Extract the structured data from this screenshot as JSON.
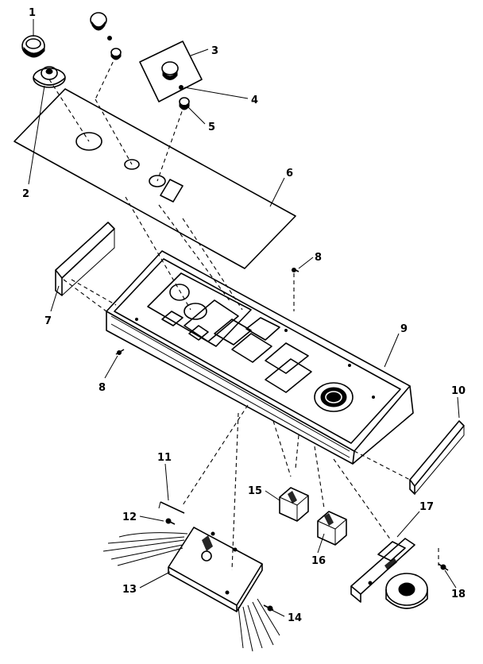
{
  "diagram": {
    "callouts": [
      {
        "id": "1",
        "text": "1"
      },
      {
        "id": "2",
        "text": "2"
      },
      {
        "id": "3",
        "text": "3"
      },
      {
        "id": "4",
        "text": "4"
      },
      {
        "id": "5",
        "text": "5"
      },
      {
        "id": "6",
        "text": "6"
      },
      {
        "id": "7",
        "text": "7"
      },
      {
        "id": "8a",
        "text": "8"
      },
      {
        "id": "8b",
        "text": "8"
      },
      {
        "id": "9",
        "text": "9"
      },
      {
        "id": "10",
        "text": "10"
      },
      {
        "id": "11",
        "text": "11"
      },
      {
        "id": "12",
        "text": "12"
      },
      {
        "id": "13",
        "text": "13"
      },
      {
        "id": "14",
        "text": "14"
      },
      {
        "id": "15",
        "text": "15"
      },
      {
        "id": "16",
        "text": "16"
      },
      {
        "id": "17",
        "text": "17"
      },
      {
        "id": "18",
        "text": "18"
      }
    ]
  }
}
